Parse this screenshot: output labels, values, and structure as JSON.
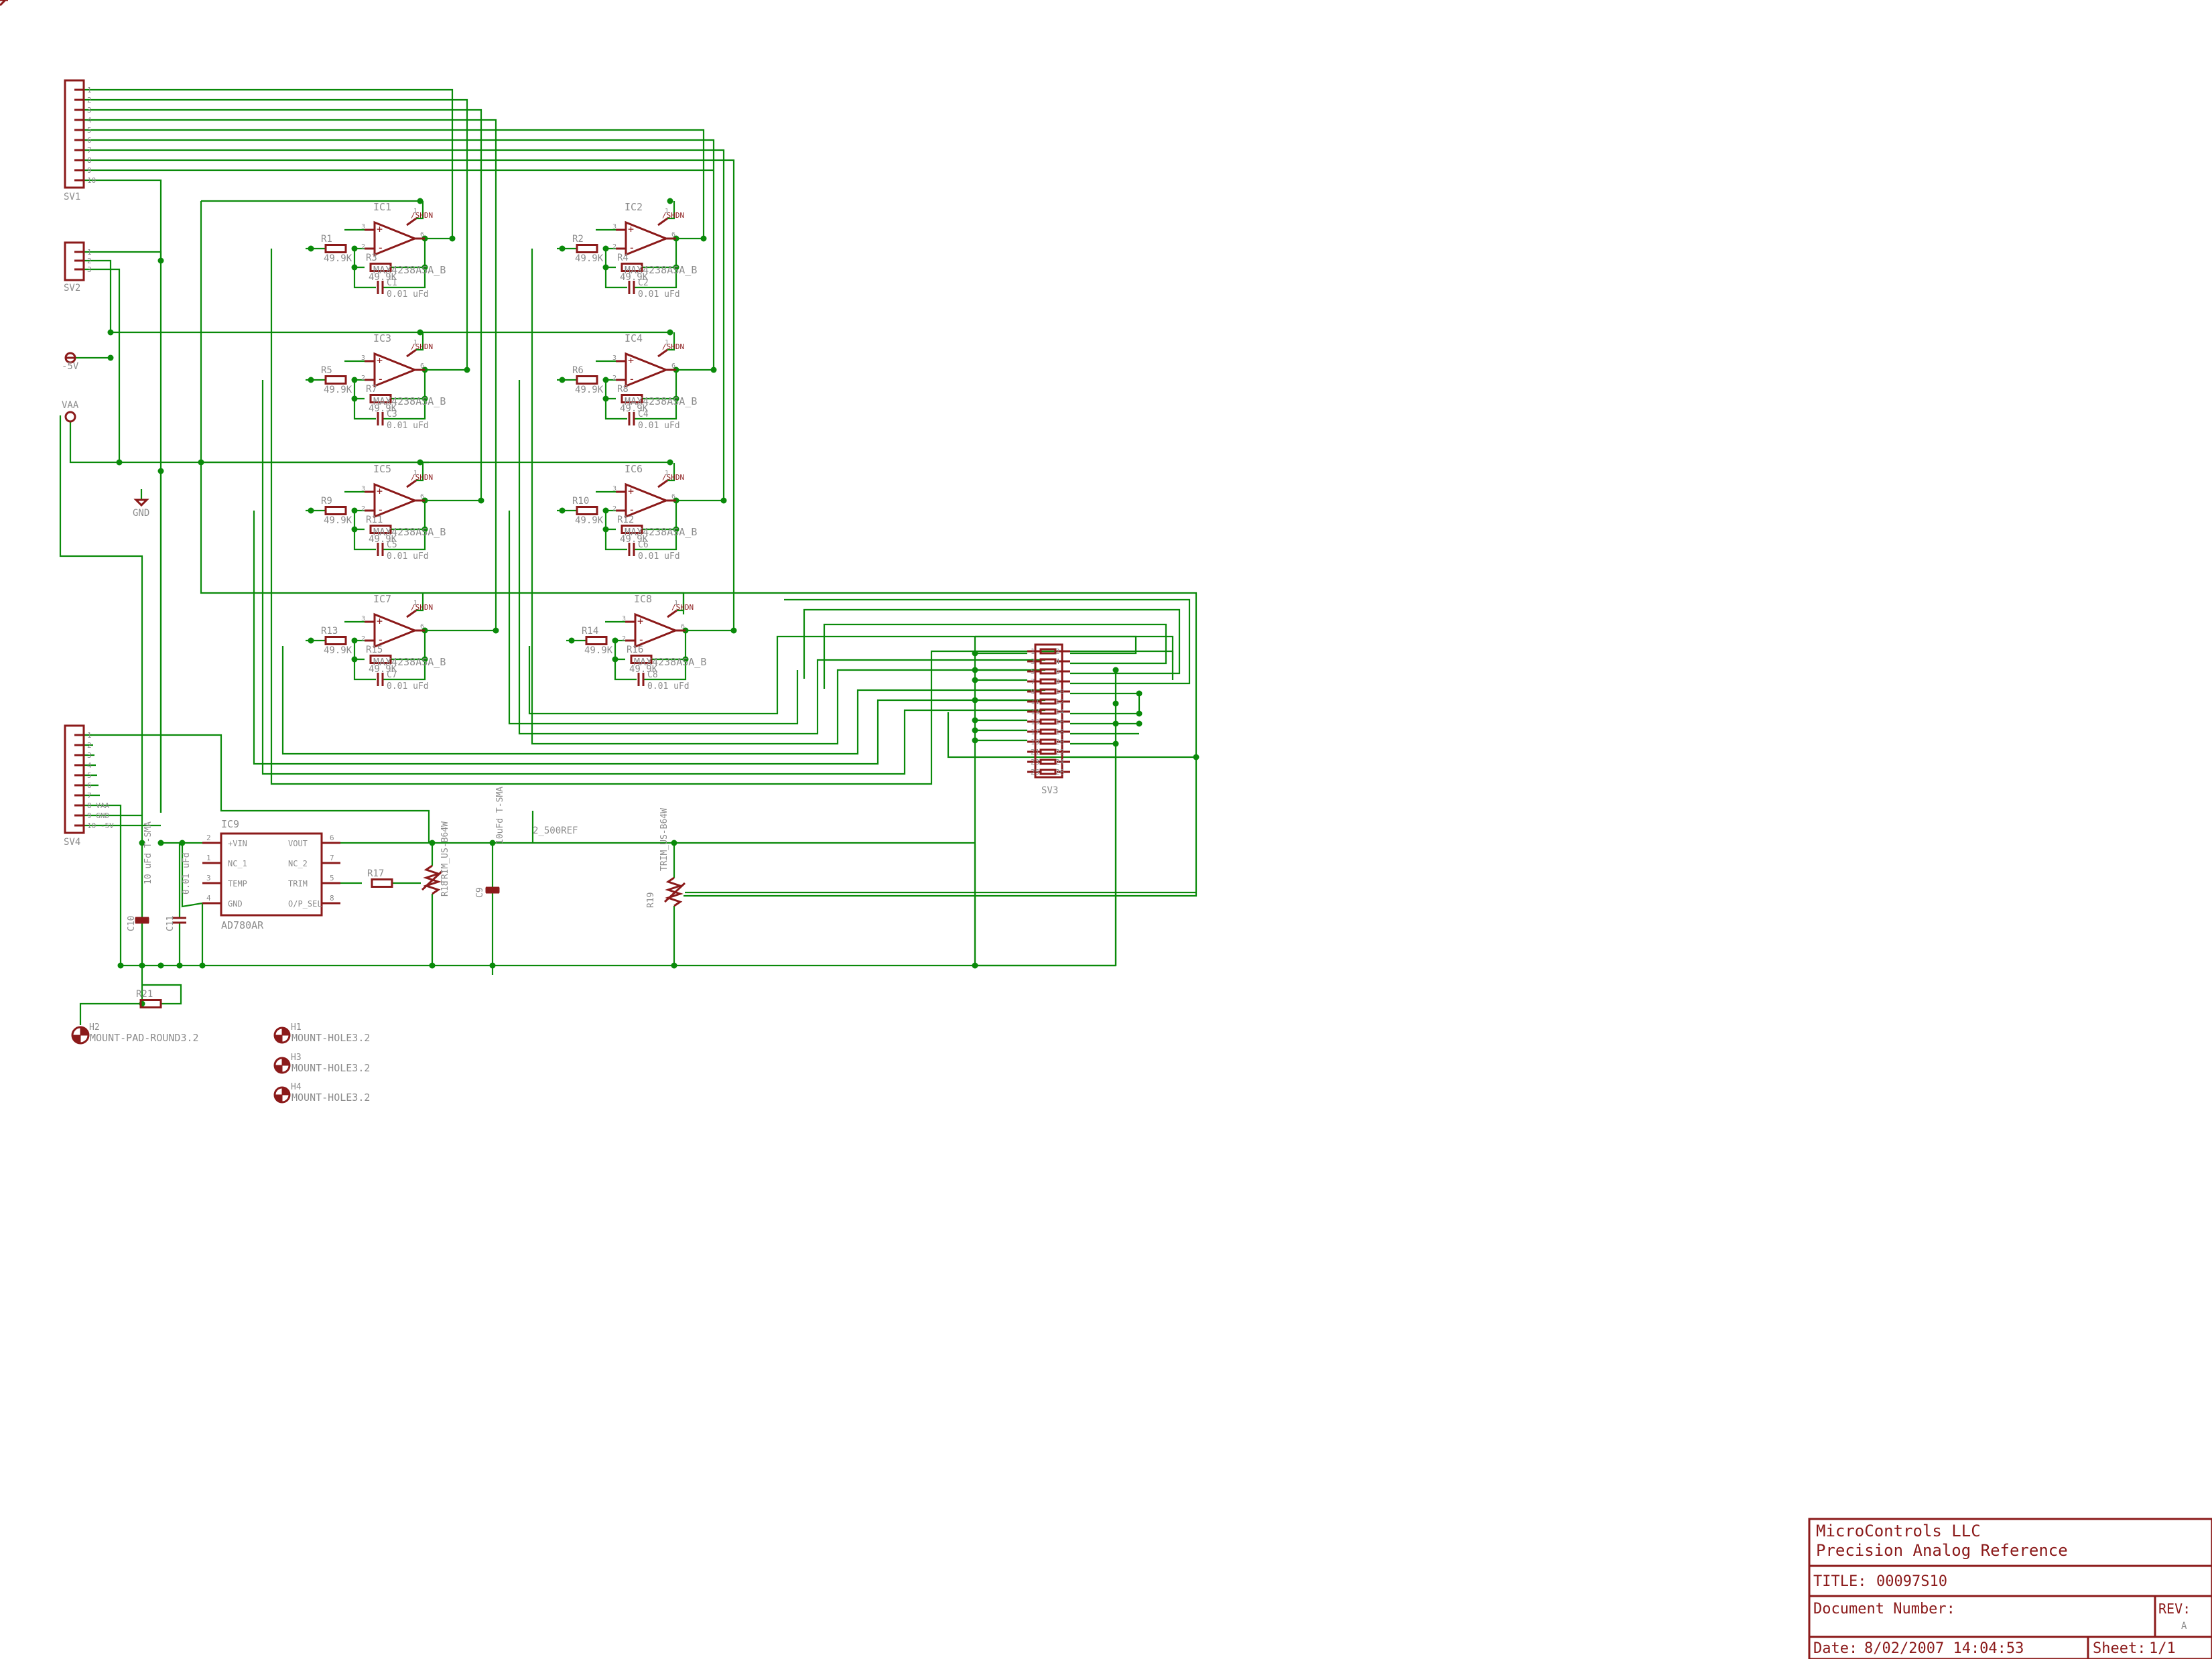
{
  "connectors": {
    "sv1": {
      "name": "SV1",
      "pins": [
        "1",
        "2",
        "3",
        "4",
        "5",
        "6",
        "7",
        "8",
        "9",
        "10"
      ]
    },
    "sv2": {
      "name": "SV2",
      "pins": [
        "1",
        "2",
        "3"
      ]
    },
    "sv4": {
      "name": "SV4",
      "pins": [
        "1",
        "2",
        "3",
        "4",
        "5",
        "6",
        "7",
        "8 VAA",
        "9 GND",
        "10 -5V"
      ]
    },
    "sv3": {
      "name": "SV3",
      "pins_left": [
        "1",
        "3",
        "5",
        "7",
        "9",
        "11",
        "13",
        "15",
        "17",
        "19",
        "21",
        "23",
        "25"
      ],
      "pins_right": [
        "2",
        "4",
        "6",
        "8",
        "10",
        "12",
        "14",
        "16",
        "18",
        "20",
        "22",
        "24",
        "26"
      ]
    }
  },
  "supplies": {
    "minus5v": "-5V",
    "vaa": "VAA",
    "gnd": "GND"
  },
  "amplifiers": [
    {
      "ref": "IC1",
      "part": "MAX4238ASA_B",
      "rin": "R1",
      "rin_val": "49.9K",
      "rf": "R3",
      "rf_val": "49.9K",
      "cap": "C1",
      "cap_val": "0.01 uFd"
    },
    {
      "ref": "IC2",
      "part": "MAX4238ASA_B",
      "rin": "R2",
      "rin_val": "49.9K",
      "rf": "R4",
      "rf_val": "49.9K",
      "cap": "C2",
      "cap_val": "0.01 uFd"
    },
    {
      "ref": "IC3",
      "part": "MAX4238ASA_B",
      "rin": "R5",
      "rin_val": "49.9K",
      "rf": "R7",
      "rf_val": "49.9K",
      "cap": "C3",
      "cap_val": "0.01 uFd"
    },
    {
      "ref": "IC4",
      "part": "MAX4238ASA_B",
      "rin": "R6",
      "rin_val": "49.9K",
      "rf": "R8",
      "rf_val": "49.9K",
      "cap": "C4",
      "cap_val": "0.01 uFd"
    },
    {
      "ref": "IC5",
      "part": "MAX4238ASA_B",
      "rin": "R9",
      "rin_val": "49.9K",
      "rf": "R11",
      "rf_val": "49.9K",
      "cap": "C5",
      "cap_val": "0.01 uFd"
    },
    {
      "ref": "IC6",
      "part": "MAX4238ASA_B",
      "rin": "R10",
      "rin_val": "49.9K",
      "rf": "R12",
      "rf_val": "49.9K",
      "cap": "C6",
      "cap_val": "0.01 uFd"
    },
    {
      "ref": "IC7",
      "part": "MAX4238ASA_B",
      "rin": "R13",
      "rin_val": "49.9K",
      "rf": "R15",
      "rf_val": "49.9K",
      "cap": "C7",
      "cap_val": "0.01 uFd"
    },
    {
      "ref": "IC8",
      "part": "MAX4238ASA_B",
      "rin": "R14",
      "rin_val": "49.9K",
      "rf": "R16",
      "rf_val": "49.9K",
      "cap": "C8",
      "cap_val": "0.01 uFd"
    }
  ],
  "pins": {
    "p1": "1",
    "p2": "2",
    "p3": "3",
    "p4": "4",
    "p5": "5",
    "p6": "6",
    "p7": "7",
    "p8": "8",
    "shdn": "/SHDN",
    "plus": "+",
    "minus": "-"
  },
  "reference": {
    "ref": "IC9",
    "part": "AD780AR",
    "left_pins": [
      {
        "num": "2",
        "name": "+VIN"
      },
      {
        "num": "1",
        "name": "NC_1"
      },
      {
        "num": "3",
        "name": "TEMP"
      },
      {
        "num": "4",
        "name": "GND"
      }
    ],
    "right_pins": [
      {
        "num": "6",
        "name": "VOUT"
      },
      {
        "num": "7",
        "name": "NC_2"
      },
      {
        "num": "5",
        "name": "TRIM"
      },
      {
        "num": "8",
        "name": "O/P_SEL"
      }
    ]
  },
  "parts": {
    "r17": "R17",
    "r18": "R18",
    "r18_val": "TRIM_US-B64W",
    "r19": "R19",
    "r19_val": "TRIM_US-B64W",
    "r21": "R21",
    "c9": "C9",
    "c9_val": "10uFd T-SMA",
    "c10": "C10",
    "c10_val": "10 uFd T-SMA",
    "c11": "C11",
    "c11_val": "0.01 uFd",
    "net_ref": "2_500REF"
  },
  "mounts": [
    {
      "ref": "H2",
      "part": "MOUNT-PAD-ROUND3.2"
    },
    {
      "ref": "H1",
      "part": "MOUNT-HOLE3.2"
    },
    {
      "ref": "H3",
      "part": "MOUNT-HOLE3.2"
    },
    {
      "ref": "H4",
      "part": "MOUNT-HOLE3.2"
    }
  ],
  "title_block": {
    "company": "MicroControls  LLC",
    "project": "Precision Analog Reference",
    "title_label": "TITLE:",
    "title_value": "00097S10",
    "docnum_label": "Document Number:",
    "rev_label": "REV:",
    "rev_value": "A",
    "date_label": "Date:",
    "date_value": "8/02/2007 14:04:53",
    "sheet_label": "Sheet:",
    "sheet_value": "1/1"
  }
}
